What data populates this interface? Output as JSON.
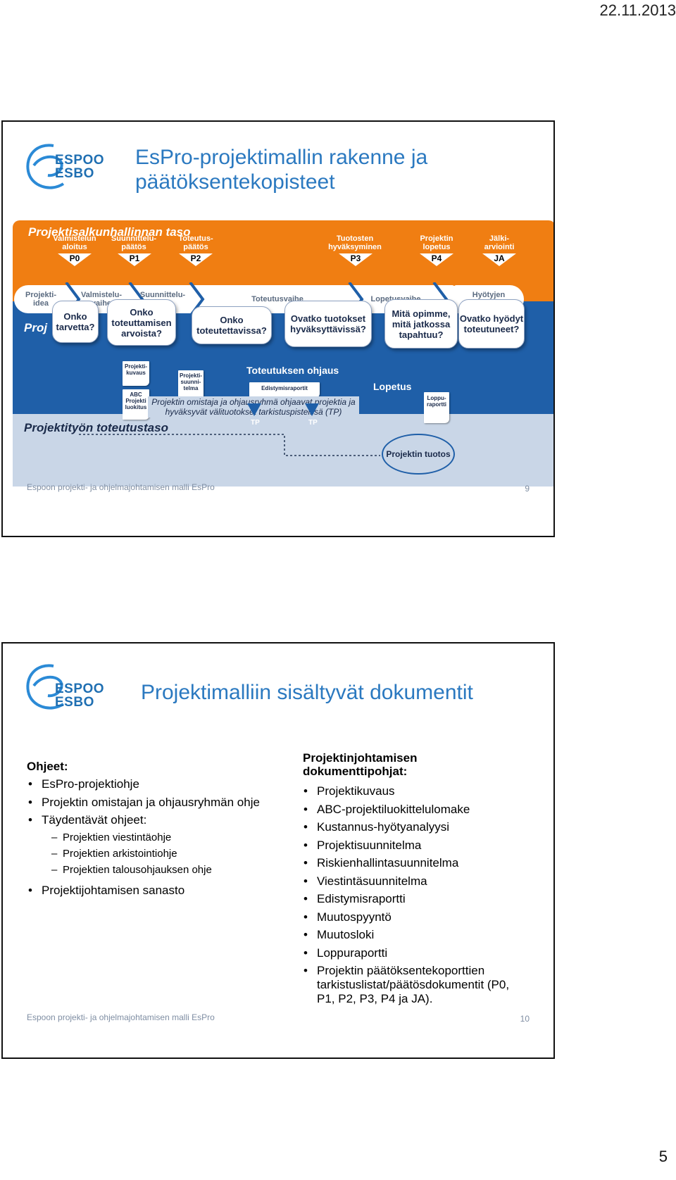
{
  "page": {
    "date": "22.11.2013",
    "number": "5"
  },
  "slide1": {
    "logo": {
      "line1": "ESPOO",
      "line2": "ESBO"
    },
    "title_line1": "EsPro-projektimallin rakenne ja",
    "title_line2": "päätöksentekopisteet",
    "portfolio_level": "Projektisalkunhallinnan taso",
    "gates": [
      {
        "label": "Valmistelun aloitus",
        "code": "P0"
      },
      {
        "label": "Suunnittelu-päätös",
        "code": "P1"
      },
      {
        "label": "Toteutus-päätös",
        "code": "P2"
      },
      {
        "label": "Tuotosten hyväksyminen",
        "code": "P3"
      },
      {
        "label": "Projektin lopetus",
        "code": "P4"
      },
      {
        "label": "Jälki-arviointi",
        "code": "JA"
      }
    ],
    "phases": [
      "Projekti-idea",
      "Valmistelu-vaihe",
      "Suunnittelu-vaihe",
      "Toteutusvaihe",
      "Lopetusvaihe",
      "Hyötyjen seuranta"
    ],
    "questions": [
      "Onko tarvetta?",
      "Onko toteuttamisen arvoista?",
      "Onko toteutettavissa?",
      "Ovatko tuotokset hyväksyttävissä?",
      "Mitä opimme, mitä jatkossa tapahtuu?",
      "Ovatko hyödyt toteutuneet?"
    ],
    "docs": {
      "kuvaus": "Projekti-kuvaus",
      "suunnitelma": "Projekti-suunni-telma",
      "luokitus": "ABC Projekti luokitus",
      "raportit": "Edistymisraportit",
      "loppuraportti": "Loppu-raportti"
    },
    "labels": {
      "proj_partial": "Proj",
      "toteutuksen_ohjaus": "Toteutuksen ohjaus",
      "lopetus": "Lopetus",
      "tp1": "TP",
      "tp2": "TP",
      "owner_note_line1": "Projektin omistaja  ja ohjausryhmä ohjaavat projektia ja",
      "owner_note_line2": "hyväksyvät välituotokset tarkistuspisteissä (TP)"
    },
    "execution_level": "Projektityön toteutustaso",
    "output": "Projektin tuotos",
    "footer": "Espoon projekti- ja ohjelmajohtamisen malli EsPro",
    "slide_number": "9"
  },
  "slide2": {
    "logo": {
      "line1": "ESPOO",
      "line2": "ESBO"
    },
    "title": "Projektimalliin sisältyvät dokumentit",
    "left": {
      "heading": "Ohjeet:",
      "items": [
        {
          "text": "EsPro-projektiohje",
          "sub": false
        },
        {
          "text": "Projektin omistajan ja ohjausryhmän ohje",
          "sub": false
        },
        {
          "text": "Täydentävät ohjeet:",
          "sub": false
        },
        {
          "text": "Projektien viestintäohje",
          "sub": true
        },
        {
          "text": "Projektien arkistointiohje",
          "sub": true
        },
        {
          "text": "Projektien talousohjauksen ohje",
          "sub": true
        },
        {
          "text": "Projektijohtamisen sanasto",
          "sub": false
        }
      ]
    },
    "right": {
      "heading_line1": "Projektinjohtamisen",
      "heading_line2": "dokumenttipohjat:",
      "items": [
        "Projektikuvaus",
        "ABC-projektiluokittelulomake",
        "Kustannus-hyötyanalyysi",
        "Projektisuunnitelma",
        "Riskienhallintasuunnitelma",
        "Viestintäsuunnitelma",
        "Edistymisraportti",
        "Muutospyyntö",
        "Muutosloki",
        "Loppuraportti",
        "Projektin päätöksentekoporttien tarkistuslistat/päätösdokumentit (P0, P1, P2, P3, P4 ja JA)."
      ]
    },
    "footer": "Espoon projekti- ja ohjelmajohtamisen malli EsPro",
    "slide_number": "10"
  },
  "colors": {
    "orange": "#f07e12",
    "blue": "#1f5fa8",
    "title_blue": "#2b79c0",
    "light_blue": "#c9d6e7"
  }
}
